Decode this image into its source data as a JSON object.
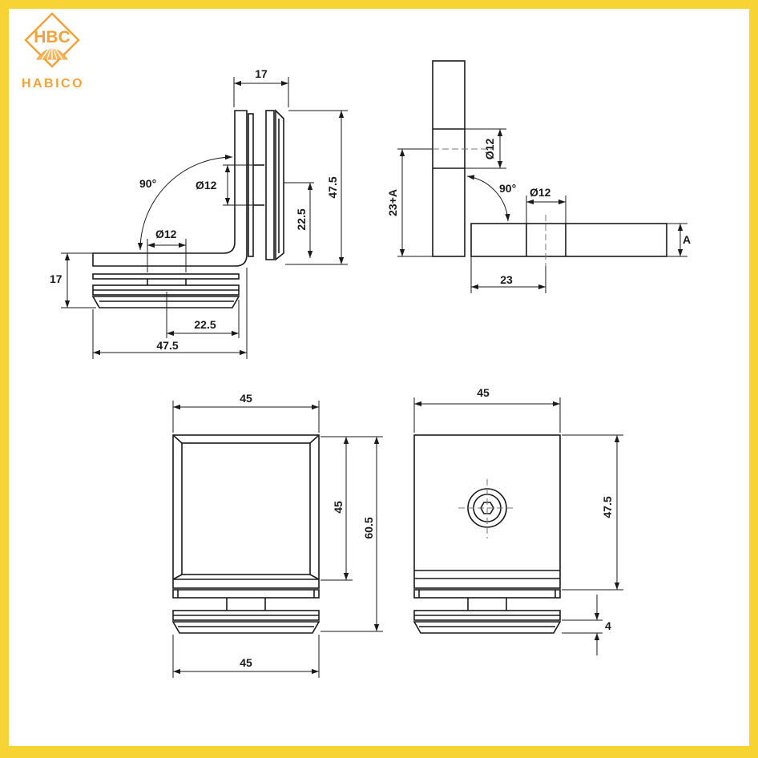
{
  "brand": {
    "logo_text": "HBC",
    "name": "HABICO",
    "color": "#f2a23a"
  },
  "colors": {
    "border": "#f7d434",
    "paper": "#ffffff",
    "line": "#1a1a1a",
    "center_line": "#777777"
  },
  "side_view": {
    "angle_label": "90°",
    "dia_label": "Ø12",
    "dia_label_2": "Ø12",
    "dim_17_top": "17",
    "dim_17_left": "17",
    "dim_22_5_vertical": "22.5",
    "dim_47_5_vertical": "47.5",
    "dim_22_5_horizontal": "22.5",
    "dim_47_5_horizontal": "47.5"
  },
  "pivot_view": {
    "dia_top": "Ø12",
    "dia_bottom": "Ø12",
    "angle_label": "90°",
    "dim_23_plus_a": "23+A",
    "dim_a": "A",
    "dim_23": "23"
  },
  "front_view": {
    "dim_width_top": "45",
    "dim_width_bottom": "45",
    "dim_inner_height": "45",
    "dim_total_height": "60.5"
  },
  "back_view": {
    "dim_width": "45",
    "dim_height": "47.5",
    "dim_gap": "4"
  }
}
